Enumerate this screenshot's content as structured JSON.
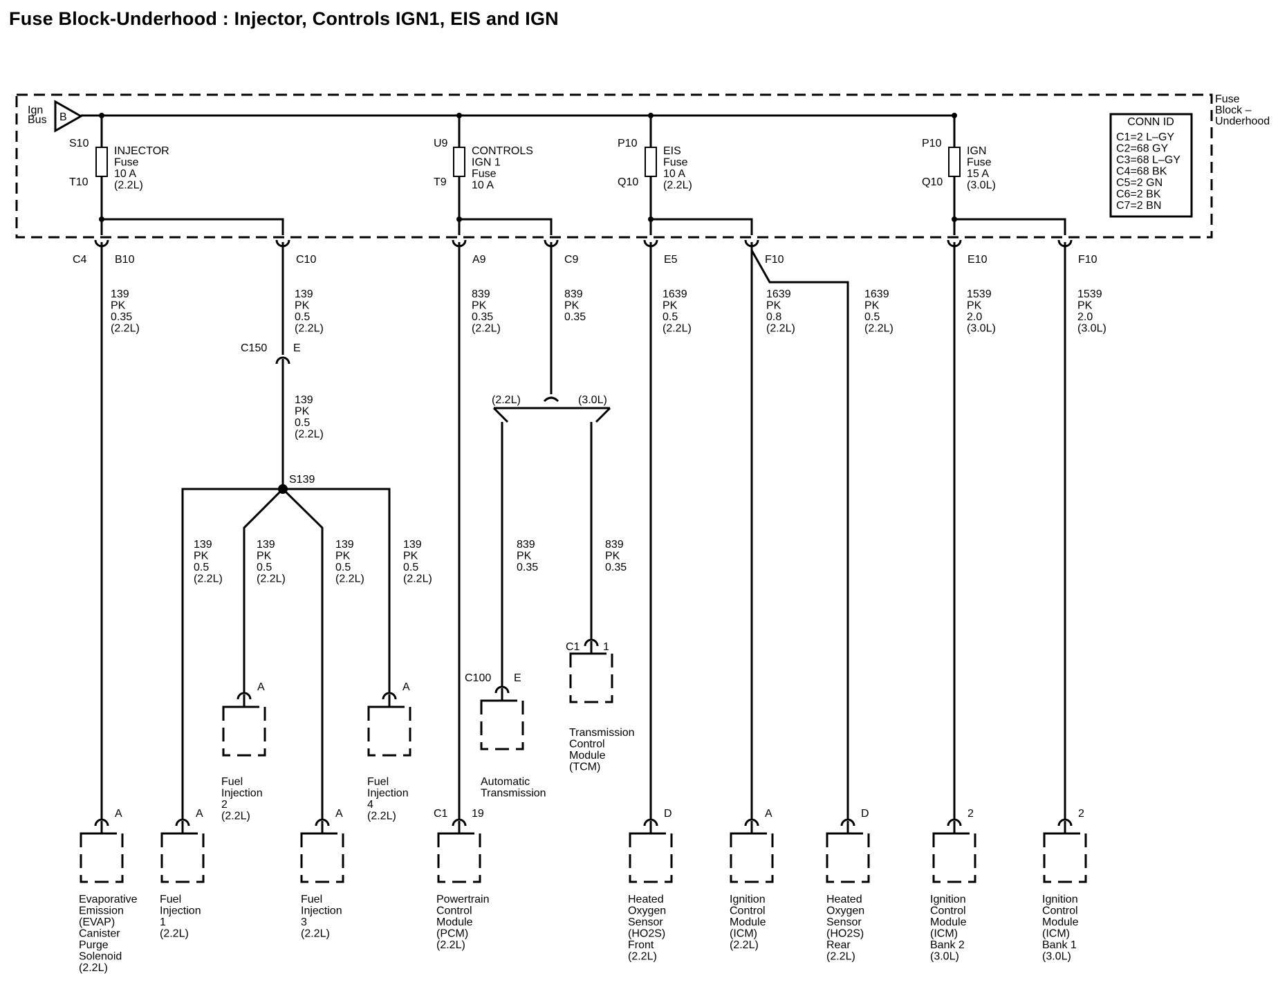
{
  "title": "Fuse Block-Underhood : Injector, Controls IGN1, EIS and IGN",
  "fuse_block": {
    "label": [
      "Fuse",
      "Block –",
      "Underhood"
    ],
    "ign_bus": [
      "Ign",
      "Bus"
    ],
    "bus_pin": "B"
  },
  "conn_id": {
    "header": "CONN ID",
    "rows": [
      "C1=2 L–GY",
      "C2=68 GY",
      "C3=68 L–GY",
      "C4=68 BK",
      "C5=2 GN",
      "C6=2 BK",
      "C7=2 BN"
    ]
  },
  "fuses": [
    {
      "top_pin": "S10",
      "bottom_pin": "T10",
      "lines": [
        "INJECTOR",
        "Fuse",
        "10 A",
        "(2.2L)"
      ]
    },
    {
      "top_pin": "U9",
      "bottom_pin": "T9",
      "lines": [
        "CONTROLS",
        "IGN 1",
        "Fuse",
        "10 A"
      ]
    },
    {
      "top_pin": "P10",
      "bottom_pin": "Q10",
      "lines": [
        "EIS",
        "Fuse",
        "10 A",
        "(2.2L)"
      ]
    },
    {
      "top_pin": "P10",
      "bottom_pin": "Q10",
      "lines": [
        "IGN",
        "Fuse",
        "15 A",
        "(3.0L)"
      ]
    }
  ],
  "terminals": [
    {
      "left": "C4",
      "right": "B10"
    },
    {
      "left": "",
      "right": "C10"
    },
    {
      "left": "",
      "right": "A9"
    },
    {
      "left": "",
      "right": "C9"
    },
    {
      "left": "",
      "right": "E5"
    },
    {
      "left": "",
      "right": "F10"
    },
    {
      "left": "",
      "right": "E10"
    },
    {
      "left": "",
      "right": "F10"
    }
  ],
  "wires": [
    [
      "139",
      "PK",
      "0.35",
      "(2.2L)"
    ],
    [
      "139",
      "PK",
      "0.5",
      "(2.2L)"
    ],
    [
      "839",
      "PK",
      "0.35",
      "(2.2L)"
    ],
    [
      "839",
      "PK",
      "0.35"
    ],
    [
      "1639",
      "PK",
      "0.5",
      "(2.2L)"
    ],
    [
      "1639",
      "PK",
      "0.8",
      "(2.2L)"
    ],
    [
      "1639",
      "PK",
      "0.5",
      "(2.2L)"
    ],
    [
      "1539",
      "PK",
      "2.0",
      "(3.0L)"
    ],
    [
      "1539",
      "PK",
      "2.0",
      "(3.0L)"
    ],
    [
      "139",
      "PK",
      "0.5",
      "(2.2L)"
    ],
    [
      "139",
      "PK",
      "0.5",
      "(2.2L)"
    ],
    [
      "139",
      "PK",
      "0.5",
      "(2.2L)"
    ],
    [
      "139",
      "PK",
      "0.5",
      "(2.2L)"
    ],
    [
      "139",
      "PK",
      "0.5",
      "(2.2L)"
    ],
    [
      "839",
      "PK",
      "0.35"
    ],
    [
      "839",
      "PK",
      "0.35"
    ]
  ],
  "inline_connectors": {
    "c150": {
      "name": "C150",
      "pin": "E"
    },
    "splice": "S139",
    "c100": {
      "name": "C100",
      "pin": "E"
    },
    "tcm_conn": {
      "name": "C1",
      "pin": "1"
    },
    "pcm_conn": {
      "name": "C1",
      "pin": "19"
    }
  },
  "branch_labels": {
    "left": "(2.2L)",
    "right": "(3.0L)"
  },
  "components": [
    {
      "pin": "A",
      "lines": [
        "Evaporative",
        "Emission",
        "(EVAP)",
        "Canister",
        "Purge",
        "Solenoid",
        "(2.2L)"
      ]
    },
    {
      "pin": "A",
      "lines": [
        "Fuel",
        "Injection",
        "1",
        "(2.2L)"
      ]
    },
    {
      "pin": "A",
      "lines": [
        "Fuel",
        "Injection",
        "2",
        "(2.2L)"
      ]
    },
    {
      "pin": "A",
      "lines": [
        "Fuel",
        "Injection",
        "3",
        "(2.2L)"
      ]
    },
    {
      "pin": "A",
      "lines": [
        "Fuel",
        "Injection",
        "4",
        "(2.2L)"
      ]
    },
    {
      "pin": "",
      "lines": [
        "Automatic",
        "Transmission"
      ]
    },
    {
      "pin": "",
      "lines": [
        "Transmission",
        "Control",
        "Module",
        "(TCM)"
      ]
    },
    {
      "pin": "",
      "lines": [
        "Powertrain",
        "Control",
        "Module",
        "(PCM)",
        "(2.2L)"
      ]
    },
    {
      "pin": "D",
      "lines": [
        "Heated",
        "Oxygen",
        "Sensor",
        "(HO2S)",
        "Front",
        "(2.2L)"
      ]
    },
    {
      "pin": "A",
      "lines": [
        "Ignition",
        "Control",
        "Module",
        "(ICM)",
        "(2.2L)"
      ]
    },
    {
      "pin": "D",
      "lines": [
        "Heated",
        "Oxygen",
        "Sensor",
        "(HO2S)",
        "Rear",
        "(2.2L)"
      ]
    },
    {
      "pin": "2",
      "lines": [
        "Ignition",
        "Control",
        "Module",
        "(ICM)",
        "Bank 2",
        "(3.0L)"
      ]
    },
    {
      "pin": "2",
      "lines": [
        "Ignition",
        "Control",
        "Module",
        "(ICM)",
        "Bank 1",
        "(3.0L)"
      ]
    }
  ]
}
